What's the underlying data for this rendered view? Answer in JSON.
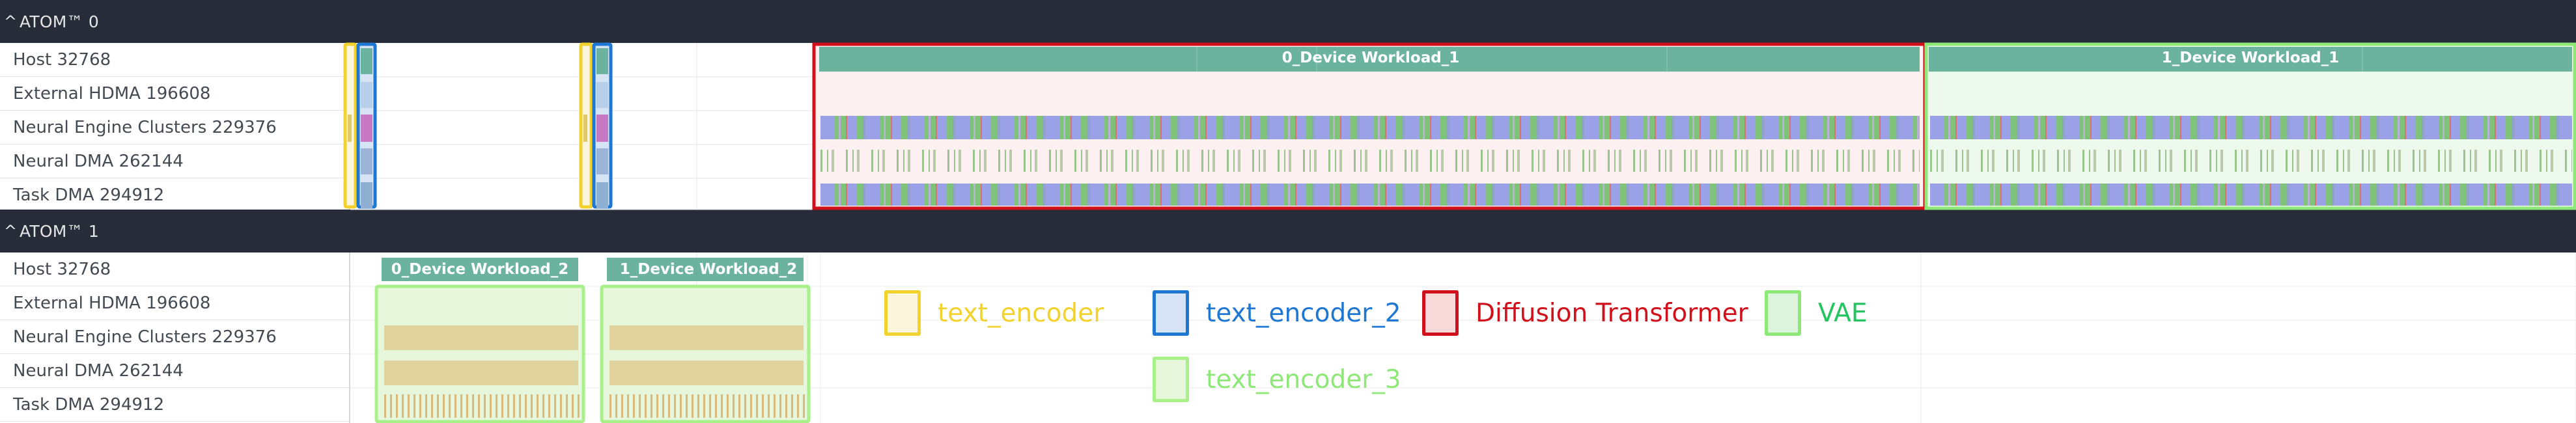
{
  "sections": [
    {
      "name": "ATOM™ 0",
      "rows": [
        "Host 32768",
        "External HDMA 196608",
        "Neural Engine Clusters 229376",
        "Neural DMA 262144",
        "Task DMA 294912"
      ],
      "workloads": [
        "0_Device Workload_1",
        "1_Device Workload_1"
      ]
    },
    {
      "name": "ATOM™ 1",
      "rows": [
        "Host 32768",
        "External HDMA 196608",
        "Neural Engine Clusters 229376",
        "Neural DMA 262144",
        "Task DMA 294912"
      ],
      "workloads": [
        "0_Device Workload_2",
        "1_Device Workload_2"
      ]
    }
  ],
  "legend": [
    {
      "label": "text_encoder",
      "border": "#f2d22f",
      "fill": "#fdf6dc",
      "text_color": "#f2d22f",
      "icon": "legend-swatch"
    },
    {
      "label": "text_encoder_2",
      "border": "#1f77d4",
      "fill": "#d6e4f5",
      "text_color": "#1f77d4",
      "icon": "legend-swatch"
    },
    {
      "label": "Diffusion Transformer",
      "border": "#d0101a",
      "fill": "#f9d9d9",
      "text_color": "#d0101a",
      "icon": "legend-swatch"
    },
    {
      "label": "VAE",
      "border": "#8ee878",
      "fill": "#dcf3dc",
      "text_color": "#22c55e",
      "icon": "legend-swatch"
    },
    {
      "label": "text_encoder_3",
      "border": "#a9f08a",
      "fill": "#e6f7dc",
      "text_color": "#8ee878",
      "icon": "legend-swatch"
    }
  ],
  "colors": {
    "header_bg": "#272c38",
    "workload_bar": "#6cb39f",
    "ne_blue": "#9aa1e6",
    "ne_green": "#7fc27a",
    "ne_red": "#e06f6f",
    "dma_green": "#9cc48f",
    "tan_bar": "#e1d39e"
  }
}
